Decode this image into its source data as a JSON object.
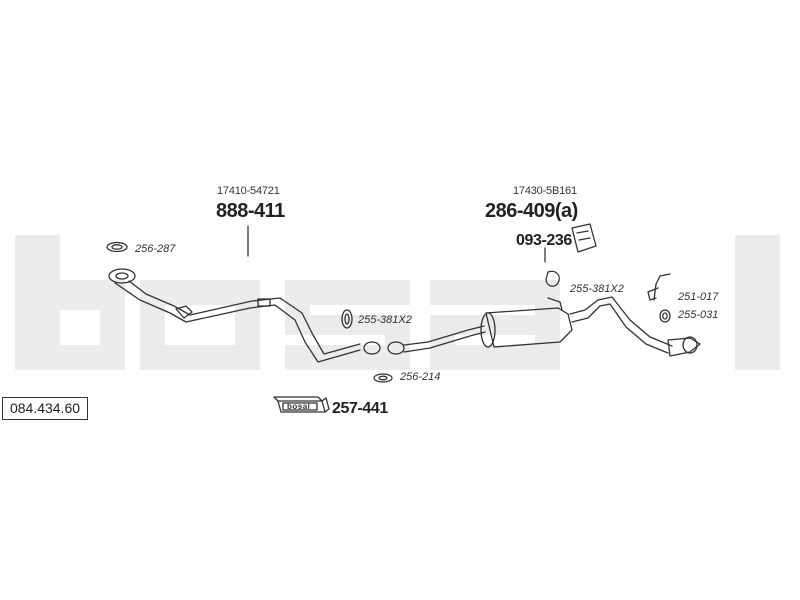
{
  "parts": {
    "front_pipe": {
      "oem": "17410-54721",
      "number": "888-411"
    },
    "rear_muffler": {
      "oem": "17430-5B161",
      "number": "286-409(a)"
    },
    "clamp_kit": {
      "number": "093-236"
    },
    "gasket_front": {
      "number": "256-287"
    },
    "ring_mid_left": {
      "number": "255-381X2"
    },
    "gasket_mid": {
      "number": "256-214"
    },
    "ring_mid_right": {
      "number": "255-381X2"
    },
    "hanger": {
      "number": "251-017"
    },
    "rubber_ring": {
      "number": "255-031"
    },
    "mounting_kit": {
      "number": "257-441",
      "brand": "bosal"
    }
  },
  "reference": {
    "number": "084.434.60"
  },
  "watermark": {
    "text": "bosal"
  }
}
